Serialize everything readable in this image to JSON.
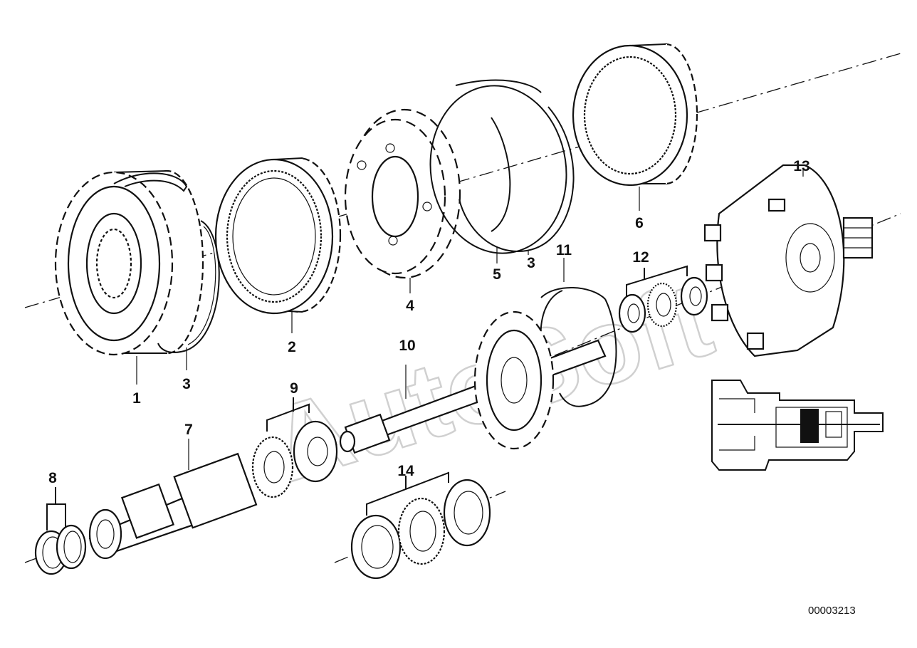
{
  "diagram": {
    "callouts": {
      "p1": "1",
      "p2": "2",
      "p3a": "3",
      "p3b": "3",
      "p4": "4",
      "p5": "5",
      "p6": "6",
      "p7": "7",
      "p8": "8",
      "p9": "9",
      "p10": "10",
      "p11": "11",
      "p12": "12",
      "p13": "13",
      "p14": "14"
    },
    "watermark": "AutoSoft",
    "reference_number": "00003213"
  }
}
